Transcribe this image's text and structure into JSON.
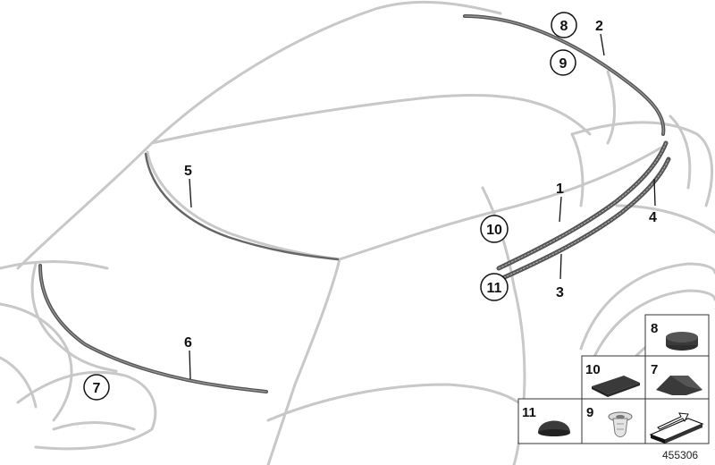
{
  "diagram": {
    "callouts": {
      "c1": "1",
      "c2": "2",
      "c3": "3",
      "c4": "4",
      "c5": "5",
      "c6": "6",
      "c7": "7",
      "c8": "8",
      "c9": "9",
      "c10": "10",
      "c11": "11"
    },
    "inset_labels": {
      "i8": "8",
      "i10": "10",
      "i7": "7",
      "i11": "11",
      "i9": "9"
    },
    "reference_number": "455306",
    "colors": {
      "body_outline": "#c8c8c8",
      "trim_strip": "#555555",
      "inset_border": "#333333",
      "part_fill": "#3a3a3a"
    }
  }
}
